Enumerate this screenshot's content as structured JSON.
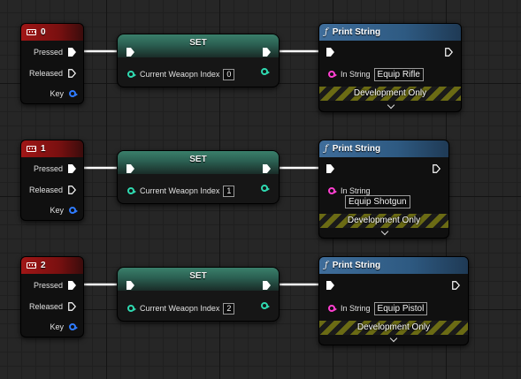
{
  "groups": [
    {
      "event": {
        "key": "0",
        "pins": [
          "Pressed",
          "Released",
          "Key"
        ]
      },
      "set": {
        "title": "SET",
        "variable": "Current Weaopn Index",
        "value": "0"
      },
      "print": {
        "title": "Print String",
        "in_label": "In String",
        "in_value": "Equip Rifle",
        "dev": "Development Only"
      }
    },
    {
      "event": {
        "key": "1",
        "pins": [
          "Pressed",
          "Released",
          "Key"
        ]
      },
      "set": {
        "title": "SET",
        "variable": "Current Weaopn Index",
        "value": "1"
      },
      "print": {
        "title": "Print String",
        "in_label": "In String",
        "in_value": "Equip Shotgun",
        "dev": "Development Only"
      }
    },
    {
      "event": {
        "key": "2",
        "pins": [
          "Pressed",
          "Released",
          "Key"
        ]
      },
      "set": {
        "title": "SET",
        "variable": "Current Weaopn Index",
        "value": "2"
      },
      "print": {
        "title": "Print String",
        "in_label": "In String",
        "in_value": "Equip Pistol",
        "dev": "Development Only"
      }
    }
  ],
  "colors": {
    "event_header": "#a01616",
    "print_header": "#3f6d9a",
    "set_header": "#3e8b74",
    "key_pin": "#2f7bff",
    "int_pin": "#2fd9b0",
    "string_pin": "#ff3fd0"
  },
  "icons": {
    "event": "keyboard-icon",
    "print": "function-icon"
  }
}
